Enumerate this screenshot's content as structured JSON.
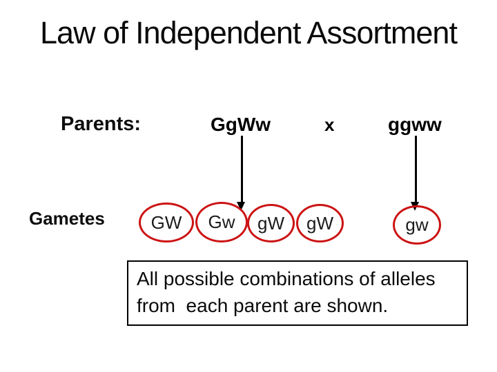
{
  "title": "Law of Independent Assortment",
  "diagram": {
    "parents_label": "Parents:",
    "parent1_genotype": "GgWw",
    "cross_symbol": "x",
    "parent2_genotype": "ggww",
    "gametes_label": "Gametes",
    "parent1_gametes": [
      "GW",
      "Gw",
      "gW",
      "gW"
    ],
    "parent2_gametes": [
      "gw"
    ],
    "circle_color": "#cc1313",
    "arrow_color": "#000000"
  },
  "note_box": {
    "text": "All possible combinations of alleles from  each parent are shown."
  }
}
